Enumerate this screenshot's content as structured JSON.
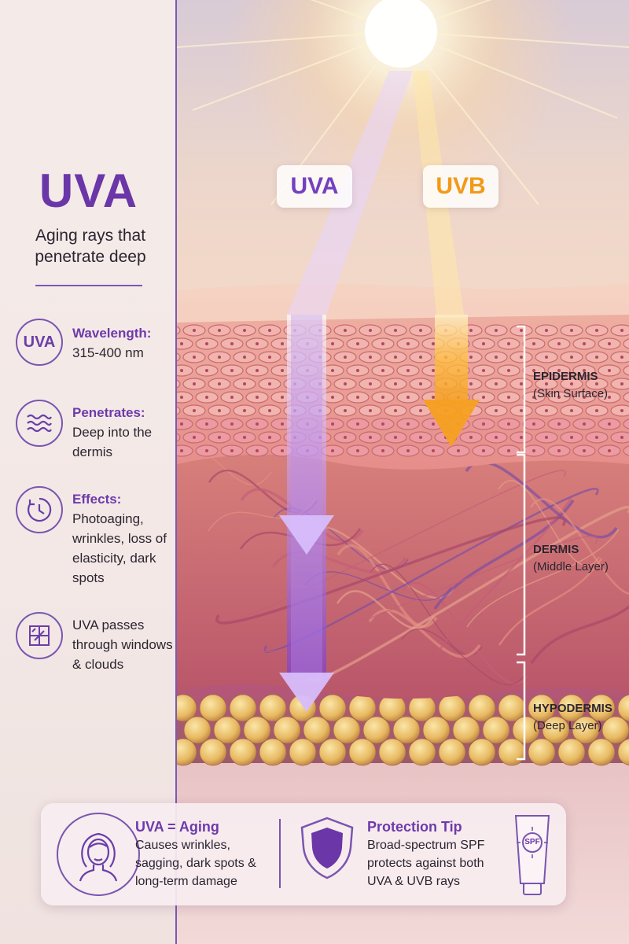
{
  "sidebar": {
    "title": "UVA",
    "subtitle": "Aging rays that penetrate deep",
    "features": [
      {
        "icon": "uva-badge-icon",
        "icon_text": "UVA",
        "heading": "Wavelength:",
        "text": "315-400 nm"
      },
      {
        "icon": "wave-icon",
        "heading": "Penetrates:",
        "text": "Deep into the dermis"
      },
      {
        "icon": "clock-icon",
        "heading": "Effects:",
        "text": "Photoaging, wrinkles, loss of elasticity, dark spots"
      },
      {
        "icon": "window-icon",
        "heading": "",
        "text": "UVA passes through windows & clouds"
      }
    ]
  },
  "beams": {
    "uva_label": "UVA",
    "uvb_label": "UVB"
  },
  "layers": [
    {
      "name": "EPIDERMIS",
      "desc": "(Skin Surface)"
    },
    {
      "name": "DERMIS",
      "desc": "(Middle Layer)"
    },
    {
      "name": "HYPODERMIS",
      "desc": "(Deep Layer)"
    }
  ],
  "footer": {
    "left": {
      "icon": "woman-face-icon",
      "heading": "UVA = Aging",
      "text": "Causes wrinkles, sagging, dark spots & long-term damage"
    },
    "right": {
      "icon": "shield-icon",
      "heading": "Protection Tip",
      "text": "Broad-spectrum SPF protects against both UVA & UVB rays",
      "product_icon": "spf-tube-icon",
      "product_text": "SPF"
    }
  },
  "colors": {
    "uva": "#7a3fd0",
    "uvb": "#f5a020",
    "accent": "#6a36a8",
    "epidermis": "#e79b94",
    "dermis": "#cf6f6c",
    "fat": "#e9c06a"
  }
}
